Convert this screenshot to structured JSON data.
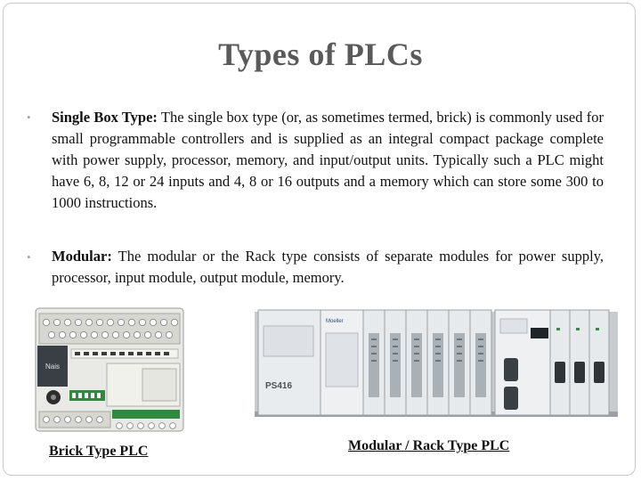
{
  "title": "Types of PLCs",
  "bullets": [
    {
      "term": "Single Box Type:",
      "text": " The single box type (or, as sometimes termed, brick) is commonly used for small programmable controllers and is supplied as an integral compact package complete with power supply, processor, memory, and input/output units. Typically such a PLC might have 6, 8, 12 or 24 inputs and 4, 8 or 16 outputs and a memory which can store some 300 to 1000 instructions."
    },
    {
      "term": "Modular:",
      "text": "  The modular or the Rack type consists of separate modules for power supply, processor, input module, output module, memory."
    }
  ],
  "images": {
    "brick": {
      "caption": "Brick Type PLC",
      "panel_label": "Nais"
    },
    "rack": {
      "caption": "Modular / Rack Type PLC",
      "panel_label": "PS416",
      "brand": "Moeller"
    }
  },
  "colors": {
    "title": "#5a5a5a",
    "bullet": "#9aa4ad",
    "text": "#111111"
  }
}
